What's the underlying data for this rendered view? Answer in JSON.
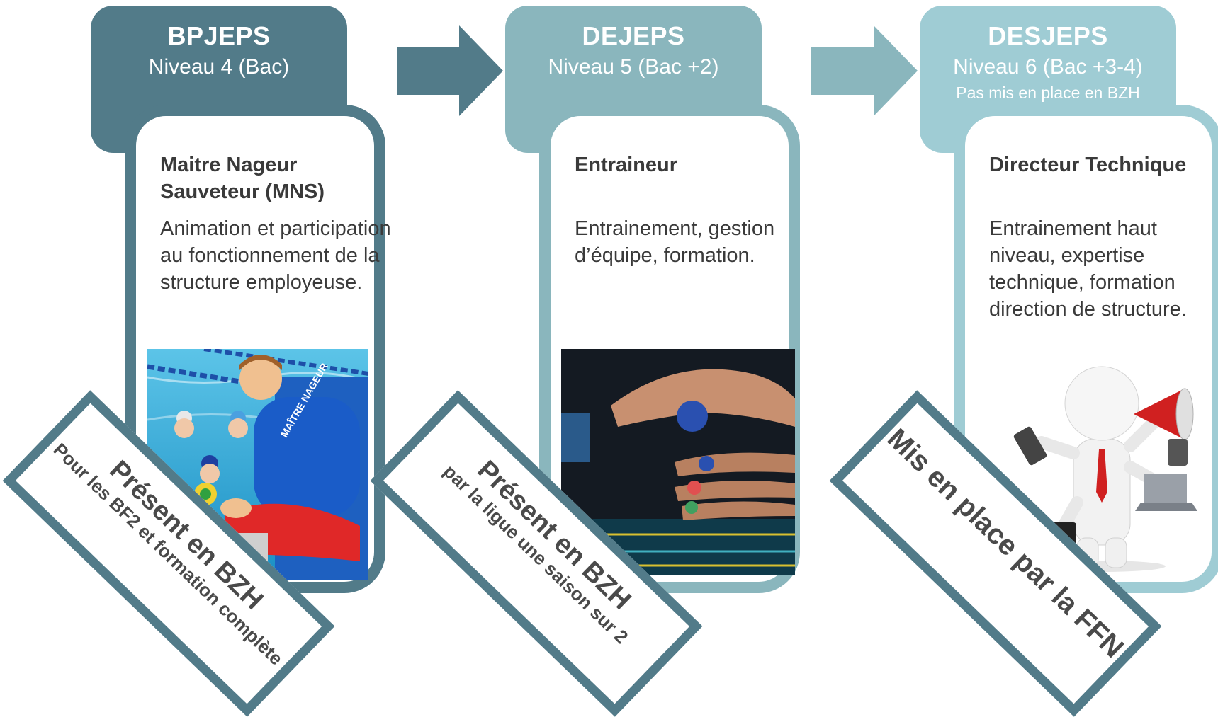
{
  "columns": [
    {
      "title": "BPJEPS",
      "level": "Niveau 4 (Bac)",
      "note": "",
      "role": "Maitre Nageur Sauveteur (MNS)",
      "description": "Animation et participation au fonctionnement de la structure employeuse.",
      "shirt_text": "MAÎTRE NAGEUR",
      "stamp_main": "Présent en BZH",
      "stamp_sub": "Pour les BF2 et formation complète"
    },
    {
      "title": "DEJEPS",
      "level": "Niveau 5 (Bac +2)",
      "note": "",
      "role": "Entraineur",
      "description": "Entrainement, gestion d’équipe, formation.",
      "stamp_main": "Présent en BZH",
      "stamp_sub": "par la ligue une saison sur 2"
    },
    {
      "title": "DESJEPS",
      "level": "Niveau 6 (Bac +3-4)",
      "note": "Pas mis en place en BZH",
      "role": "Directeur Technique",
      "description": "Entrainement haut niveau, expertise technique, formation direction de structure.",
      "stamp_main": "Mis en place par la FFN",
      "stamp_sub": ""
    }
  ],
  "colors": {
    "dark": "#527b89",
    "medium": "#8ab6bd",
    "light": "#9fccd4",
    "text": "#3a3a3a"
  }
}
